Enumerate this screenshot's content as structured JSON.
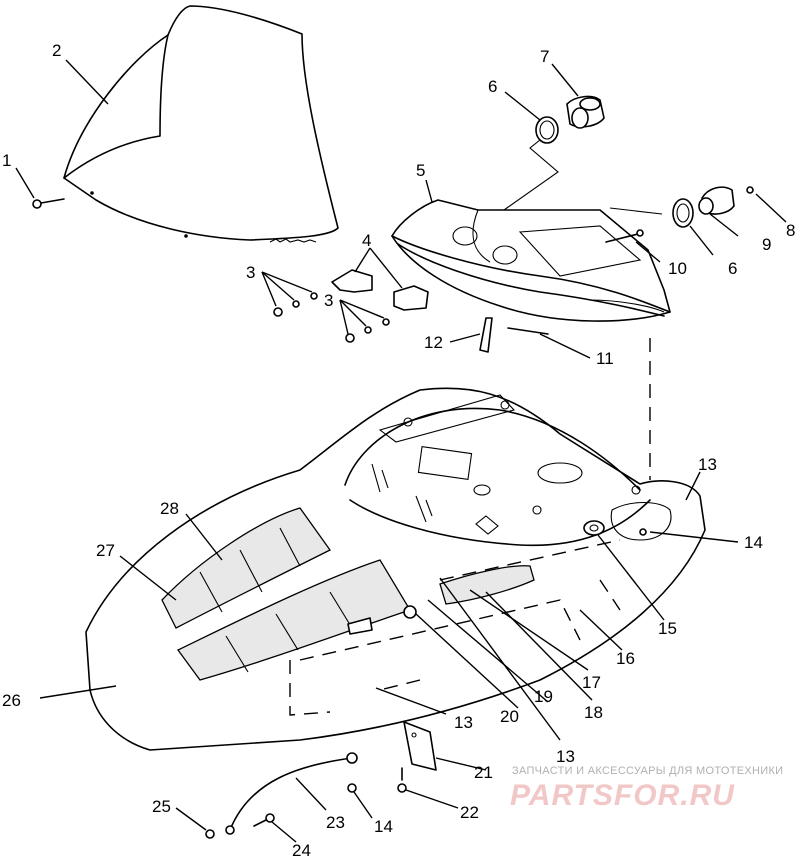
{
  "callouts": [
    {
      "id": "c1",
      "text": "1"
    },
    {
      "id": "c2",
      "text": "2"
    },
    {
      "id": "c3a",
      "text": "3"
    },
    {
      "id": "c3b",
      "text": "3"
    },
    {
      "id": "c4",
      "text": "4"
    },
    {
      "id": "c5",
      "text": "5"
    },
    {
      "id": "c6a",
      "text": "6"
    },
    {
      "id": "c6b",
      "text": "6"
    },
    {
      "id": "c7",
      "text": "7"
    },
    {
      "id": "c8",
      "text": "8"
    },
    {
      "id": "c9",
      "text": "9"
    },
    {
      "id": "c10",
      "text": "10"
    },
    {
      "id": "c11",
      "text": "11"
    },
    {
      "id": "c12",
      "text": "12"
    },
    {
      "id": "c13a",
      "text": "13"
    },
    {
      "id": "c13b",
      "text": "13"
    },
    {
      "id": "c13c",
      "text": "13"
    },
    {
      "id": "c14a",
      "text": "14"
    },
    {
      "id": "c14b",
      "text": "14"
    },
    {
      "id": "c15",
      "text": "15"
    },
    {
      "id": "c16",
      "text": "16"
    },
    {
      "id": "c17",
      "text": "17"
    },
    {
      "id": "c18",
      "text": "18"
    },
    {
      "id": "c19",
      "text": "19"
    },
    {
      "id": "c20",
      "text": "20"
    },
    {
      "id": "c21",
      "text": "21"
    },
    {
      "id": "c22",
      "text": "22"
    },
    {
      "id": "c23",
      "text": "23"
    },
    {
      "id": "c24",
      "text": "24"
    },
    {
      "id": "c25",
      "text": "25"
    },
    {
      "id": "c26",
      "text": "26"
    },
    {
      "id": "c27",
      "text": "27"
    },
    {
      "id": "c28",
      "text": "28"
    }
  ],
  "watermark": {
    "tagline": "ЗАПЧАСТИ И АКСЕССУАРЫ ДЛЯ МОТОТЕХНИКИ",
    "brand": "PARTSFOR.RU"
  }
}
